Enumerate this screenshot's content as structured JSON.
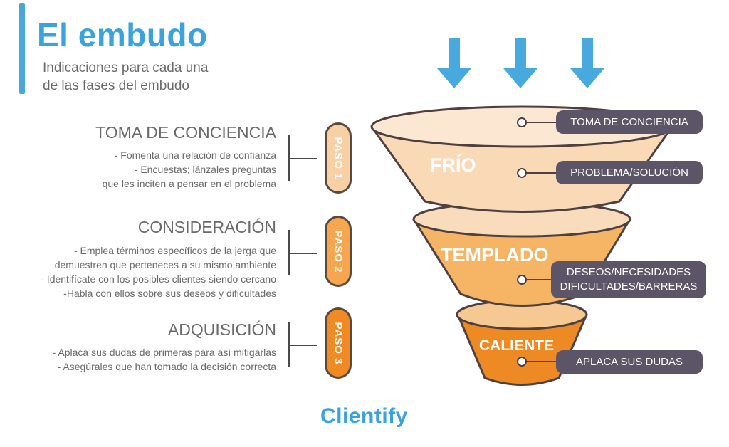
{
  "header": {
    "title": "El embudo",
    "subtitle_lines": [
      "Indicaciones para cada una",
      "de las fases del embudo"
    ]
  },
  "steps": [
    {
      "heading": "TOMA DE CONCIENCIA",
      "lines": [
        "- Fomenta una relación de confianza",
        "- Encuestas; lánzales preguntas",
        "que les inciten a pensar en el problema"
      ],
      "badge": "PASO 1",
      "color": "#f7d0a6"
    },
    {
      "heading": "CONSIDERACIÓN",
      "lines": [
        "- Emplea términos específicos de la jerga que",
        "demuestren que perteneces a su mismo ambiente",
        "- Identifícate con los posibles clientes siendo cercano",
        "-Habla con ellos sobre sus deseos y dificultades"
      ],
      "badge": "PASO 2",
      "color": "#f5a64f"
    },
    {
      "heading": "ADQUISICIÓN",
      "lines": [
        "- Aplaca sus dudas de primeras para así mitigarlas",
        "- Asegúrales que han tomado la decisión correcta"
      ],
      "badge": "PASO 3",
      "color": "#ef8a25"
    }
  ],
  "funnel": {
    "stages": [
      {
        "name": "FRÍO",
        "color": "#f9d9b6"
      },
      {
        "name": "TEMPLADO",
        "color": "#f6b465"
      },
      {
        "name": "CALIENTE",
        "color": "#ee8a24"
      }
    ],
    "labels": [
      {
        "lines": [
          "TOMA DE CONCIENCIA"
        ]
      },
      {
        "lines": [
          "PROBLEMA/SOLUCIÓN"
        ]
      },
      {
        "lines": [
          "DESEOS/NECESIDADES",
          "DIFICULTADES/BARRERAS"
        ]
      },
      {
        "lines": [
          "APLACA SUS DUDAS"
        ]
      }
    ],
    "arrow_icons": [
      "arrow-down-icon",
      "arrow-down-icon",
      "arrow-down-icon"
    ],
    "arrow_color": "#48a9de"
  },
  "footer": {
    "brand": "Clientify"
  }
}
